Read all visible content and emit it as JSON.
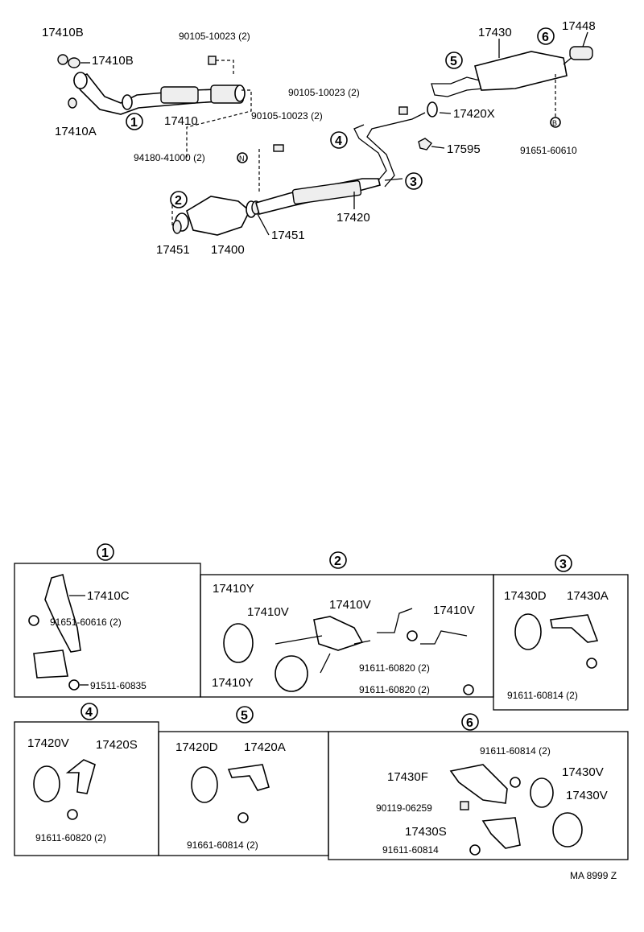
{
  "main": {
    "circles": [
      "1",
      "2",
      "3",
      "4",
      "5",
      "6"
    ],
    "labels": {
      "p17410B_top": "17410B",
      "p17410B_right": "17410B",
      "p17410A": "17410A",
      "p17410": "17410",
      "p90105_top": "90105-10023 (2)",
      "p90105_mid": "90105-10023 (2)",
      "p94180": "94180-41000 (2)",
      "p17451_left": "17451",
      "p17400": "17400",
      "p17451_right": "17451",
      "p17420": "17420",
      "p90105_right": "90105-10023 (2)",
      "p17420X": "17420X",
      "p17595": "17595",
      "p17430": "17430",
      "p17448": "17448",
      "p91651_60610": "91651-60610"
    },
    "badges": {
      "n": "N",
      "b": "B"
    }
  },
  "detail": {
    "d1": {
      "num": "1",
      "p17410C": "17410C",
      "p91651_60616": "91651-60616 (2)",
      "p91511": "91511-60835"
    },
    "d2": {
      "num": "2",
      "p17410Y_top": "17410Y",
      "p17410V_a": "17410V",
      "p17410V_b": "17410V",
      "p17410V_c": "17410V",
      "p17410Y_bot": "17410Y",
      "p91611_a": "91611-60820 (2)",
      "p91611_b": "91611-60820 (2)"
    },
    "d3": {
      "num": "3",
      "p17430D": "17430D",
      "p17430A": "17430A",
      "p91611": "91611-60814 (2)"
    },
    "d4": {
      "num": "4",
      "p17420V": "17420V",
      "p17420S": "17420S",
      "p91611": "91611-60820 (2)"
    },
    "d5": {
      "num": "5",
      "p17420D": "17420D",
      "p17420A": "17420A",
      "p91661": "91661-60814 (2)"
    },
    "d6": {
      "num": "6",
      "p91611_top": "91611-60814 (2)",
      "p17430F": "17430F",
      "p17430V_a": "17430V",
      "p17430V_b": "17430V",
      "p90119": "90119-06259",
      "p17430S": "17430S",
      "p91611_bot": "91611-60814"
    }
  },
  "footer": {
    "code": "MA  8999  Z"
  }
}
